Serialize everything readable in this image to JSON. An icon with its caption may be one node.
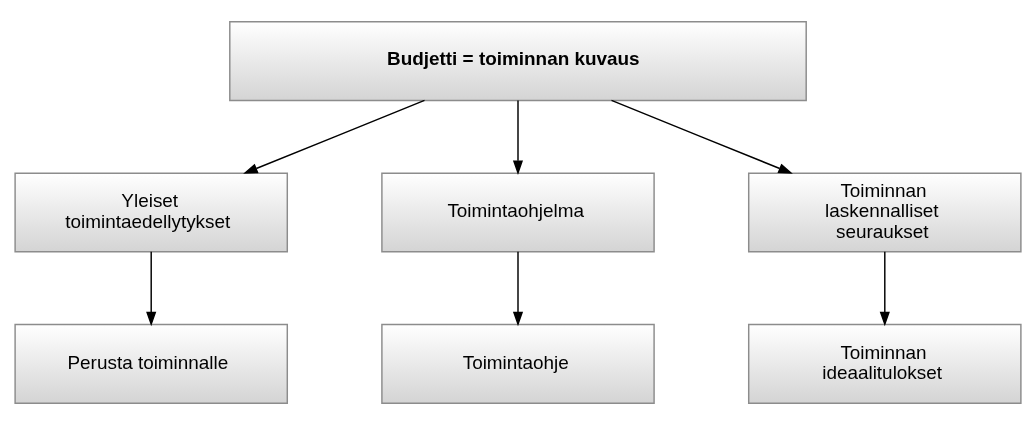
{
  "diagram": {
    "nodes": [
      {
        "text": [
          "Budjetti = toiminnan kuvaus"
        ]
      },
      {
        "text": [
          "Yleiset toimintaedellytykset"
        ]
      },
      {
        "text": [
          "Toimintaohjelma"
        ]
      },
      {
        "text": [
          "Toiminnan laskennalliset seuraukset"
        ]
      },
      {
        "text": [
          "Perusta toiminnalle"
        ]
      },
      {
        "text": [
          "Toimintaohje"
        ]
      },
      {
        "text": [
          "Toiminnan ideaalitulokset"
        ]
      }
    ],
    "edges": [
      {
        "from": 0,
        "to": 1,
        "arrow": "to"
      },
      {
        "from": 0,
        "to": 2,
        "arrow": "to"
      },
      {
        "from": 0,
        "to": 3,
        "arrow": "to"
      },
      {
        "from": 1,
        "to": 4,
        "arrow": "to"
      },
      {
        "from": 2,
        "to": 5,
        "arrow": "to"
      },
      {
        "from": 3,
        "to": 6,
        "arrow": "to"
      }
    ]
  }
}
